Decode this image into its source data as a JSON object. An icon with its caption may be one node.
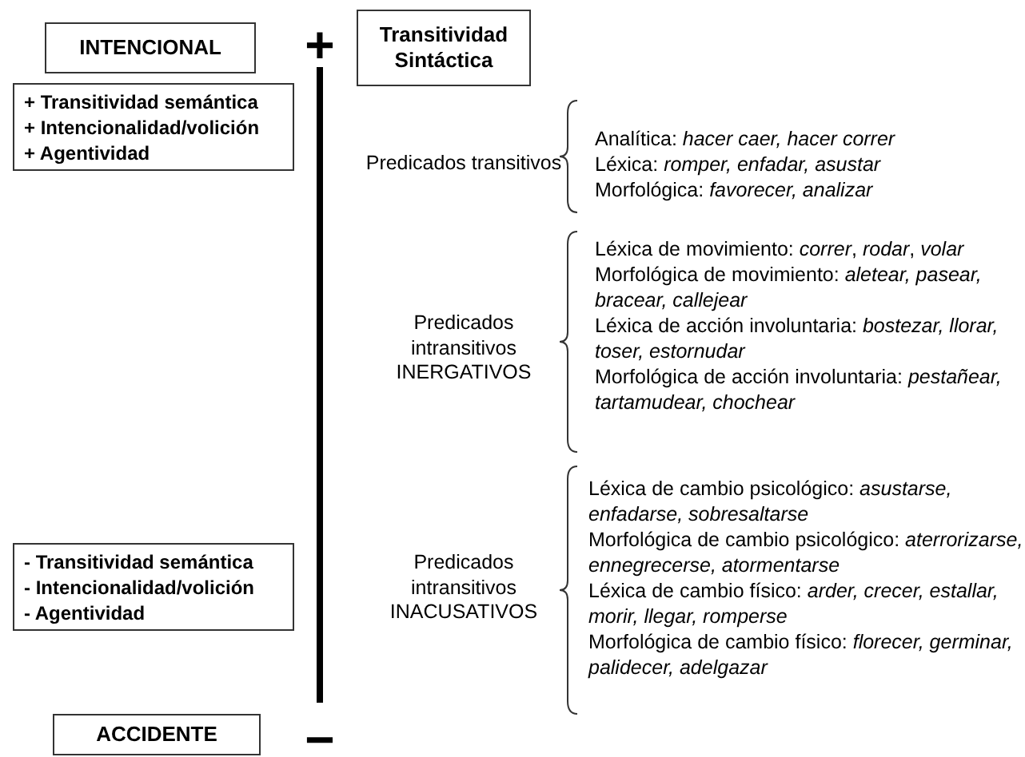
{
  "diagram": {
    "nodes": [
      {
        "text": [
          "INTENCIONAL"
        ]
      },
      {
        "text": [
          "+ Transitividad semántica",
          "+ Intencionalidad/volición",
          "+ Agentividad"
        ]
      },
      {
        "text": [
          "Transitividad Sintáctica"
        ]
      },
      {
        "text": [
          "- Transitividad semántica",
          "- Intencionalidad/volición",
          "- Agentividad"
        ]
      },
      {
        "text": [
          "ACCIDENTE"
        ]
      }
    ],
    "labels": [
      "+",
      "Predicados transitivos",
      "Analítica: *hacer caer, hacer correr*",
      "Léxica: *romper, enfadar, asustar*",
      "Morfológica: *favorecer, analizar*",
      "Predicados intransitivos INERGATIVOS",
      "Léxica de movimiento: *correr*, *rodar*, *volar*",
      "Morfológica de movimiento: *aletear, pasear, bracear, callejear*",
      "Léxica de acción involuntaria: *bostezar, llorar, toser, estornudar*",
      "Morfológica de acción involuntaria: *pestañear, tartamudear, chochear*",
      "Predicados intransitivos INACUSATIVOS",
      "Léxica de cambio psicológico: *asustarse, enfadarse, sobresaltarse*",
      "Morfológica de cambio psicológico: *aterrorizarse, ennegrecerse, atormentarse*",
      "Léxica de cambio físico: *arder, crecer, estallar, morir, llegar, romperse*",
      "Morfológica de cambio físico: *florecer, germinar, palidecer, adelgazar*",
      "−"
    ]
  }
}
